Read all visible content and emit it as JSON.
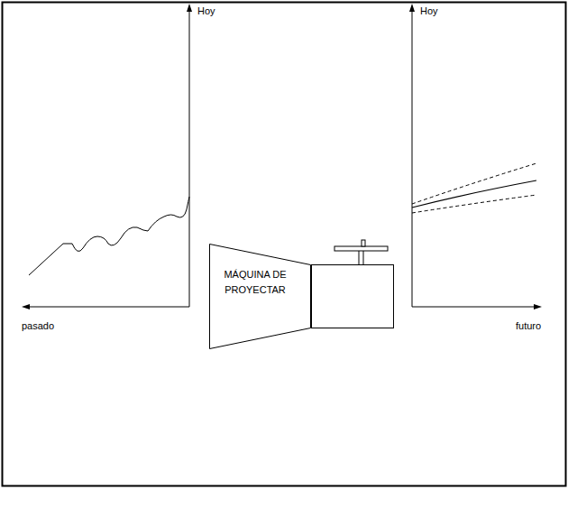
{
  "diagram": {
    "nodes": [
      {
        "text": [
          "MÁQUINA DE PROYECTAR"
        ]
      }
    ],
    "labels": [
      "Hoy",
      "pasado",
      "Hoy",
      "futuro"
    ]
  }
}
